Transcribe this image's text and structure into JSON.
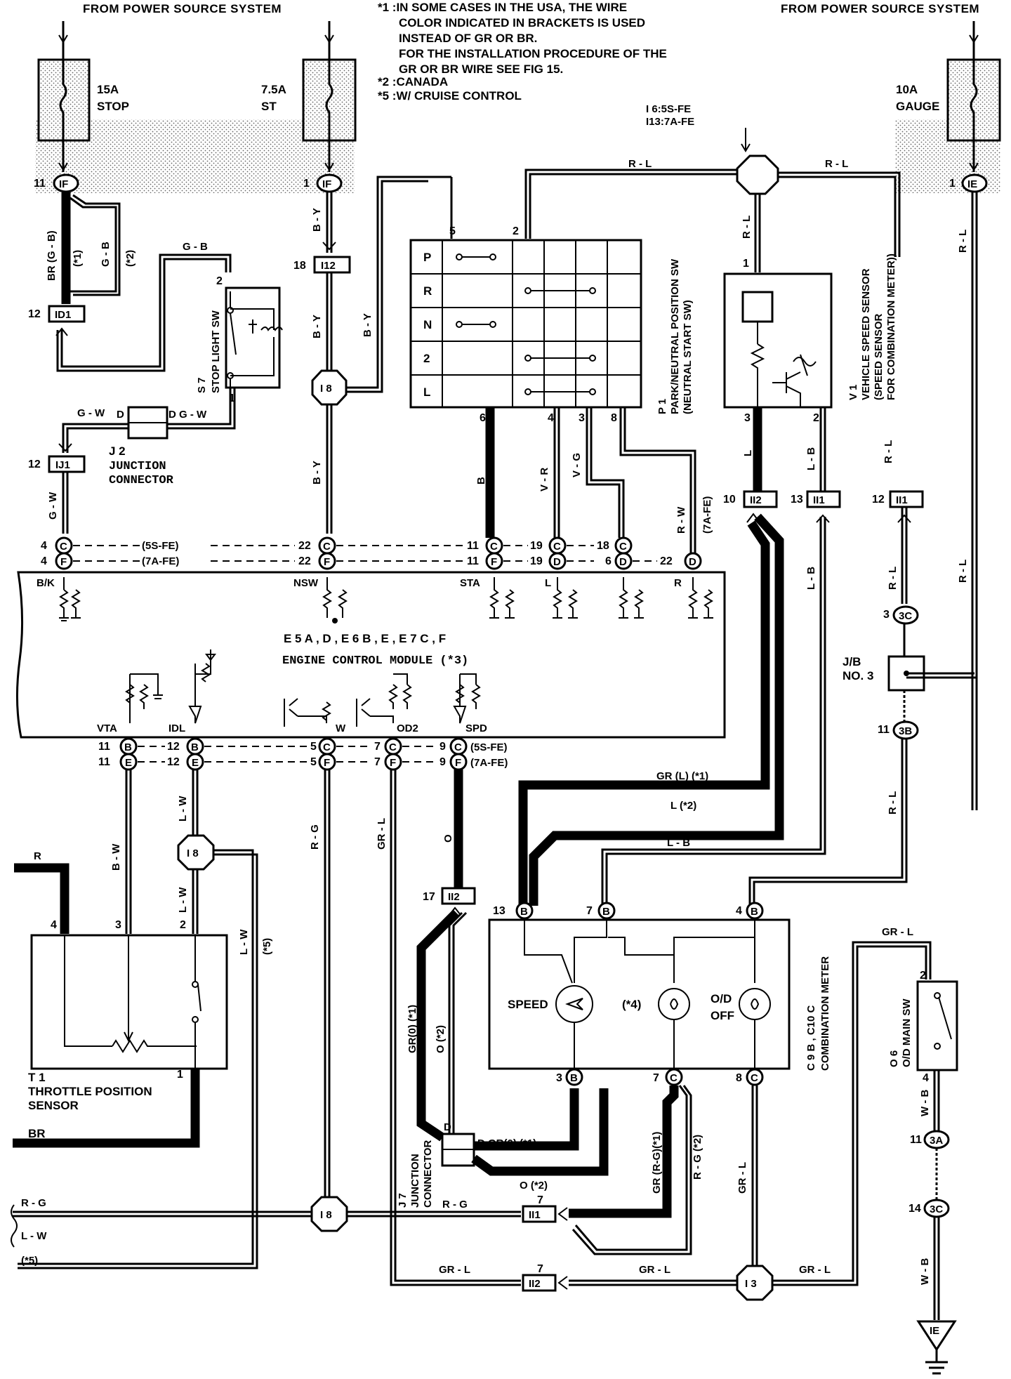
{
  "header": {
    "left": "FROM POWER SOURCE SYSTEM",
    "right": "FROM POWER SOURCE SYSTEM",
    "notes": [
      "*1 :IN SOME CASES IN THE USA, THE WIRE",
      "COLOR INDICATED IN BRACKETS IS USED",
      "INSTEAD OF GR OR BR.",
      "FOR THE INSTALLATION PROCEDURE OF THE",
      "GR OR BR WIRE SEE  FIG 15.",
      "*2 :CANADA",
      "*5 :W/  CRUISE  CONTROL"
    ]
  },
  "fuses": {
    "stop": {
      "rating": "15A",
      "name": "STOP"
    },
    "st": {
      "rating": "7.5A",
      "name": "ST"
    },
    "gauge": {
      "rating": "10A",
      "name": "GAUGE"
    }
  },
  "connectors": {
    "if": "IF",
    "id1": "ID1",
    "i12": "I12",
    "i8": "I 8",
    "ij1": "IJ1",
    "ii2": "II2",
    "ii1": "II1",
    "ie": "IE",
    "i3": "I 3",
    "jb_note": "I 6:5S-FE",
    "jb_note2": "I13:7A-FE"
  },
  "components": {
    "stop_light_sw": {
      "id": "S 7",
      "name": "STOP LIGHT SW"
    },
    "j2": {
      "id": "J 2",
      "name1": "JUNCTION",
      "name2": "CONNECTOR"
    },
    "p1": {
      "id": "P 1",
      "name1": "PARK/NEUTRAL POSITION SW",
      "name2": "(NEUTRAL START SW)"
    },
    "p1_rows": [
      "P",
      "R",
      "N",
      "2",
      "L"
    ],
    "v1": {
      "id": "V 1",
      "name1": "VEHICLE SPEED SENSOR",
      "name2": "(SPEED SENSOR",
      "name3": "FOR COMBINATION METER))"
    },
    "ecm": {
      "title": "ENGINE CONTROL MODULE (*3)",
      "subtitle": "E 5 A , D , E 6 B , E , E 7 C , F",
      "pins_top": [
        "B/K",
        "NSW",
        "STA",
        "L",
        "R"
      ],
      "pins_bottom": [
        "VTA",
        "IDL",
        "W",
        "OD2",
        "SPD"
      ]
    },
    "t1": {
      "id": "T 1",
      "name1": "THROTTLE POSITION",
      "name2": "SENSOR"
    },
    "meter": {
      "id": "C 9 B , C10 C",
      "name": "COMBINATION METER",
      "speed": "SPEED",
      "star4": "(*4)",
      "od1": "O/D",
      "od2": "OFF"
    },
    "j7": {
      "id": "J 7",
      "name1": "JUNCTION",
      "name2": "CONNECTOR"
    },
    "o6": {
      "id": "O 6",
      "name": "O/D MAIN SW"
    },
    "jb3": {
      "name1": "J/B",
      "name2": "NO. 3"
    }
  },
  "rows": {
    "c_row": "(5S-FE)",
    "f_row": "(7A-FE)",
    "c_row2": "(5S-FE)",
    "f_row2": "(7A-FE)"
  },
  "wires": {
    "br_gb": "BR (G - B)",
    "star1": "(*1)",
    "gb": "G - B",
    "star2": "(*2)",
    "gb_top": "G - B",
    "by": "B - Y",
    "gw": "G - W",
    "dgw": "D G - W",
    "b": "B",
    "vr": "V - R",
    "vg": "V - G",
    "rw": "R - W",
    "rw_7a": "(7A-FE)",
    "rl": "R - L",
    "l": "L",
    "lb": "L - B",
    "bw": "B - W",
    "lw": "L - W",
    "lw_star5": "(*5)",
    "rg": "R - G",
    "grl": "GR - L",
    "o": "O",
    "gr_l_star1": "GR (L)  (*1)",
    "l_star2": "L     (*2)",
    "gr0_star1": "GR(0)  (*1)",
    "o_star2": "O     (*2)",
    "d_gr0": "D  GR(0)  (*1)",
    "o_star2b": "O     (*2)",
    "gr_rg": "GR (R-G)(*1)",
    "rg_star2": "R - G     (*2)",
    "r": "R",
    "br": "BR",
    "wb": "W - B",
    "star5": "(*5)"
  }
}
